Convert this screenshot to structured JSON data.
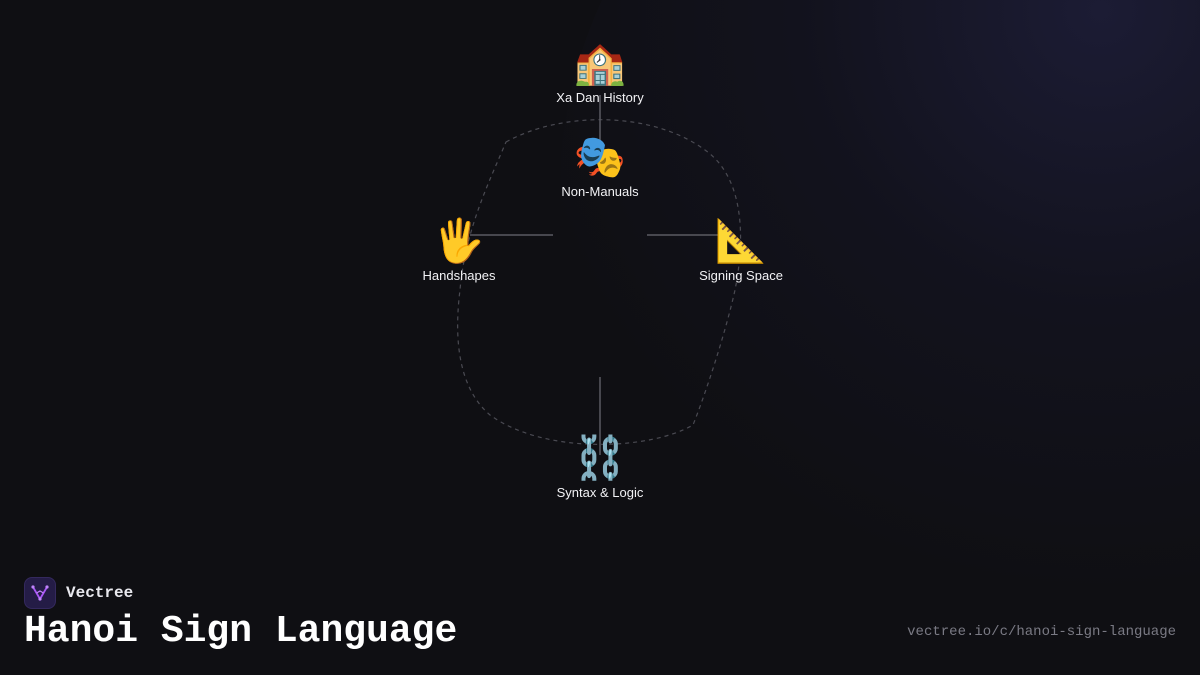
{
  "brand": {
    "name": "Vectree",
    "accent": "#a855f7"
  },
  "title": "Hanoi Sign Language",
  "url": "vectree.io/c/hanoi-sign-language",
  "colors": {
    "background": "#0f0f13",
    "edge": "#5a5a62",
    "dashed_outline": "#4a4a52",
    "label": "#f2f2f5"
  },
  "nodes": [
    {
      "id": "xa-dan-history",
      "emoji": "🏫",
      "icon": "school-icon",
      "label": "Xa Dan History"
    },
    {
      "id": "non-manuals",
      "emoji": "🎭",
      "icon": "theater-masks-icon",
      "label": "Non-Manuals"
    },
    {
      "id": "handshapes",
      "emoji": "🖐️",
      "icon": "raised-hand-icon",
      "label": "Handshapes"
    },
    {
      "id": "signing-space",
      "emoji": "📐",
      "icon": "triangular-ruler-icon",
      "label": "Signing Space"
    },
    {
      "id": "syntax-logic",
      "emoji": "⛓️",
      "icon": "chains-icon",
      "label": "Syntax & Logic"
    }
  ]
}
